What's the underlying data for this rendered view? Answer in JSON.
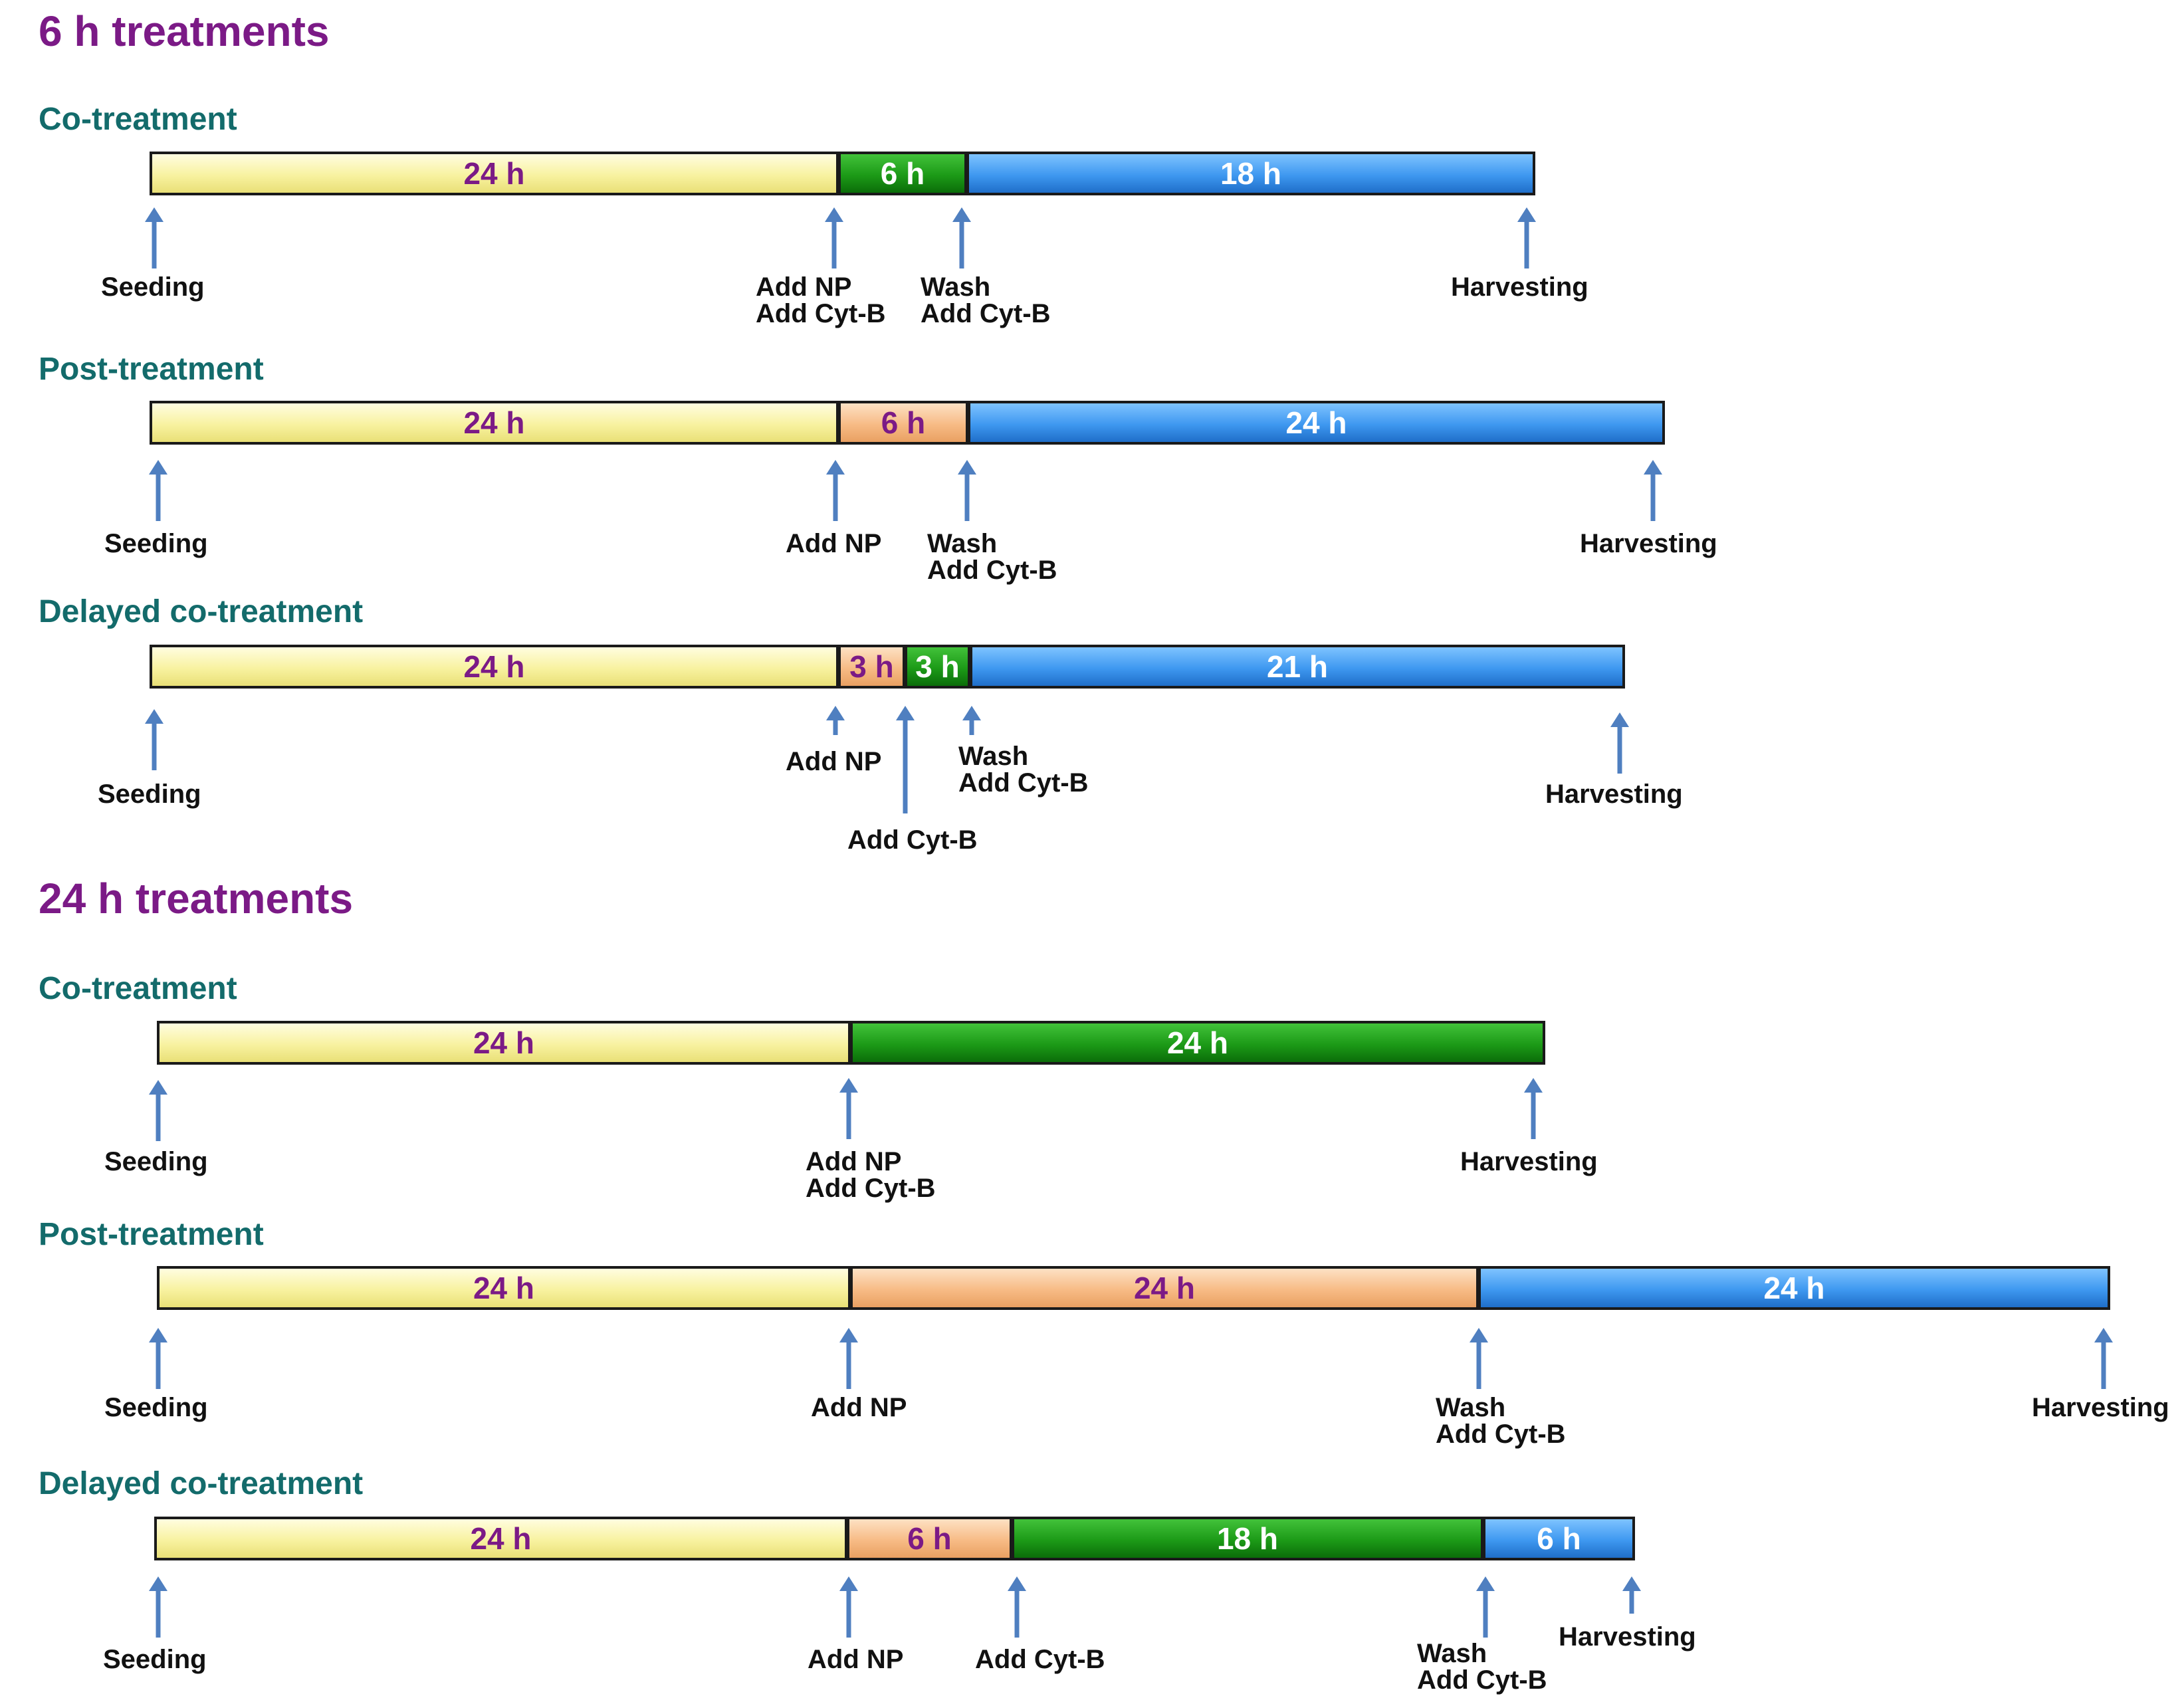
{
  "sections": [
    {
      "title": "6 h treatments",
      "rows": [
        {
          "title": "Co-treatment",
          "segments": [
            {
              "label": "24 h",
              "color": "yellow"
            },
            {
              "label": "6 h",
              "color": "green"
            },
            {
              "label": "18 h",
              "color": "blue"
            }
          ],
          "events": [
            {
              "lines": [
                "Seeding"
              ]
            },
            {
              "lines": [
                "Add NP",
                "Add Cyt-B"
              ]
            },
            {
              "lines": [
                "Wash",
                "Add Cyt-B"
              ]
            },
            {
              "lines": [
                "Harvesting"
              ]
            }
          ]
        },
        {
          "title": "Post-treatment",
          "segments": [
            {
              "label": "24 h",
              "color": "yellow"
            },
            {
              "label": "6 h",
              "color": "orange"
            },
            {
              "label": "24 h",
              "color": "blue"
            }
          ],
          "events": [
            {
              "lines": [
                "Seeding"
              ]
            },
            {
              "lines": [
                "Add NP"
              ]
            },
            {
              "lines": [
                "Wash",
                "Add Cyt-B"
              ]
            },
            {
              "lines": [
                "Harvesting"
              ]
            }
          ]
        },
        {
          "title": "Delayed co-treatment",
          "segments": [
            {
              "label": "24 h",
              "color": "yellow"
            },
            {
              "label": "3 h",
              "color": "orange"
            },
            {
              "label": "3 h",
              "color": "green"
            },
            {
              "label": "21 h",
              "color": "blue"
            }
          ],
          "events": [
            {
              "lines": [
                "Seeding"
              ]
            },
            {
              "lines": [
                "Add NP"
              ]
            },
            {
              "lines": [
                "Add Cyt-B"
              ]
            },
            {
              "lines": [
                "Wash",
                "Add Cyt-B"
              ]
            },
            {
              "lines": [
                "Harvesting"
              ]
            }
          ]
        }
      ]
    },
    {
      "title": "24 h treatments",
      "rows": [
        {
          "title": "Co-treatment",
          "segments": [
            {
              "label": "24 h",
              "color": "yellow"
            },
            {
              "label": "24 h",
              "color": "green"
            }
          ],
          "events": [
            {
              "lines": [
                "Seeding"
              ]
            },
            {
              "lines": [
                "Add NP",
                "Add Cyt-B"
              ]
            },
            {
              "lines": [
                "Harvesting"
              ]
            }
          ]
        },
        {
          "title": "Post-treatment",
          "segments": [
            {
              "label": "24 h",
              "color": "yellow"
            },
            {
              "label": "24 h",
              "color": "orange"
            },
            {
              "label": "24 h",
              "color": "blue"
            }
          ],
          "events": [
            {
              "lines": [
                "Seeding"
              ]
            },
            {
              "lines": [
                "Add NP"
              ]
            },
            {
              "lines": [
                "Wash",
                "Add Cyt-B"
              ]
            },
            {
              "lines": [
                "Harvesting"
              ]
            }
          ]
        },
        {
          "title": "Delayed co-treatment",
          "segments": [
            {
              "label": "24 h",
              "color": "yellow"
            },
            {
              "label": "6 h",
              "color": "orange"
            },
            {
              "label": "18 h",
              "color": "green"
            },
            {
              "label": "6 h",
              "color": "blue"
            }
          ],
          "events": [
            {
              "lines": [
                "Seeding"
              ]
            },
            {
              "lines": [
                "Add NP"
              ]
            },
            {
              "lines": [
                "Add Cyt-B"
              ]
            },
            {
              "lines": [
                "Wash",
                "Add Cyt-B"
              ]
            },
            {
              "lines": [
                "Harvesting"
              ]
            }
          ]
        }
      ]
    }
  ],
  "colors": {
    "section_title": "#7b1a86",
    "row_title": "#136b6b",
    "arrow": "#4f7fc0",
    "yellow": "#f8f2a0",
    "orange": "#f7bb85",
    "green": "#1c9a17",
    "blue": "#3e98f0"
  }
}
